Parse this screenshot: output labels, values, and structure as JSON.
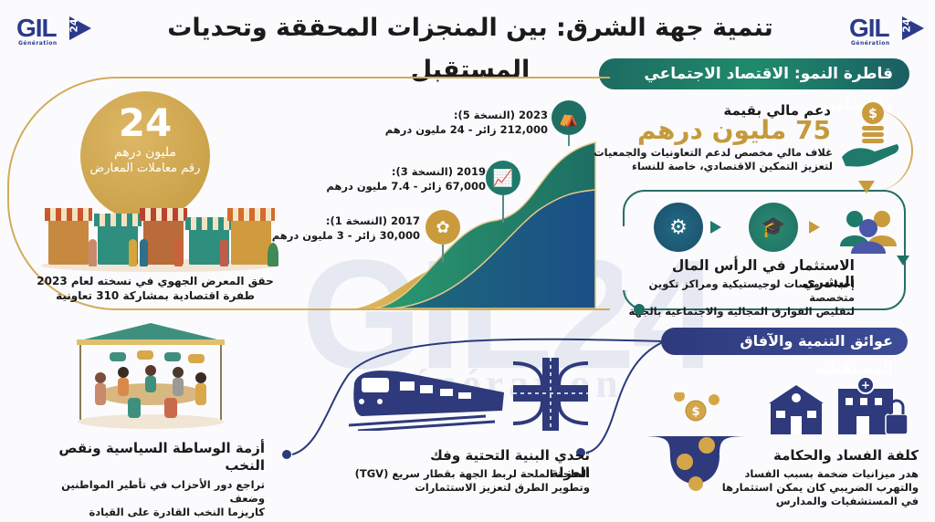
{
  "header": {
    "title": "تنمية جهة الشرق: بين المنجزات المحققة وتحديات المستقبل",
    "logo_left": {
      "text": "GIL",
      "badge": "24",
      "sub": "Génération"
    },
    "logo_right": {
      "text": "GIL",
      "badge": "24",
      "sub": "Génération"
    }
  },
  "watermark": {
    "text": "GIL24",
    "sub": "Génération"
  },
  "growth_section": {
    "pill": "قاطرة النمو: الاقتصاد الاجتماعي والتضامني",
    "fair_stat": {
      "value": "24",
      "unit": "مليون درهم",
      "label": "رقم معاملات المعارض",
      "caption_line1": "حقق المعرض الجهوي في نسخته لعام 2023",
      "caption_line2": "طفرة اقتصادية بمشاركة 310 تعاونية"
    },
    "milestones": [
      {
        "title": "2017 (النسخة 1):",
        "detail": "30,000 زائر - 3 مليون درهم",
        "icon": "plant-hand-icon",
        "color": "#c99b3c"
      },
      {
        "title": "2019 (النسخة 3):",
        "detail": "67,000 زائر - 7.4 مليون درهم",
        "icon": "growth-chart-icon",
        "color": "#1f7a6b"
      },
      {
        "title": "2023 (النسخة 5):",
        "detail": "212,000 زائر - 24 مليون درهم",
        "icon": "market-stall-icon",
        "color": "#1f6f63"
      }
    ],
    "funding": {
      "title": "دعم مالي بقيمة",
      "amount": "75 مليون درهم",
      "desc_line1": "غلاف مالي مخصص لدعم التعاونيات والجمعيات",
      "desc_line2": "لتعزيز التمكين الاقتصادي، خاصة للنساء",
      "icon": "coins-hand-icon"
    },
    "human_capital": {
      "title": "الاستثمار في الرأس المال البشري",
      "desc_line1": "إحداث منصات لوجيستيكية ومراكز تكوين متخصصة",
      "desc_line2": "لتقليص الفوارق المجالية والاجتماعية بالجهة",
      "icons": [
        "network-gear-icon",
        "training-teacher-icon",
        "people-group-icon"
      ]
    }
  },
  "challenges_section": {
    "pill": "عوائق التنمية والآفاق المستقبلية",
    "cards": [
      {
        "title": "كلفة الفساد والحكامة",
        "desc_line1": "هدر ميزانيات ضخمة بسبب الفساد",
        "desc_line2": "والتهرب الضريبي كان يمكن استثمارها",
        "desc_line3": "في المستشفيات والمدارس"
      },
      {
        "title": "تحدي البنية التحتية وفك العزلة",
        "desc_line1": "الحاجة الملحة لربط الجهة بقطار سريع (TGV)",
        "desc_line2": "وتطوير الطرق لتعزيز الاستثمارات"
      },
      {
        "title_line1": "أزمة الوساطة السياسية ونقص",
        "title_line2": "النخب",
        "desc_line1": "تراجع دور الأحزاب في تأطير المواطنين وضعف",
        "desc_line2": "كاريزما النخب القادرة على القيادة"
      }
    ]
  },
  "colors": {
    "green": "#1f7a6b",
    "teal_dark": "#1b5e63",
    "navy": "#2e3a7c",
    "gold": "#c99b3c",
    "bg": "#fbfbfd"
  }
}
